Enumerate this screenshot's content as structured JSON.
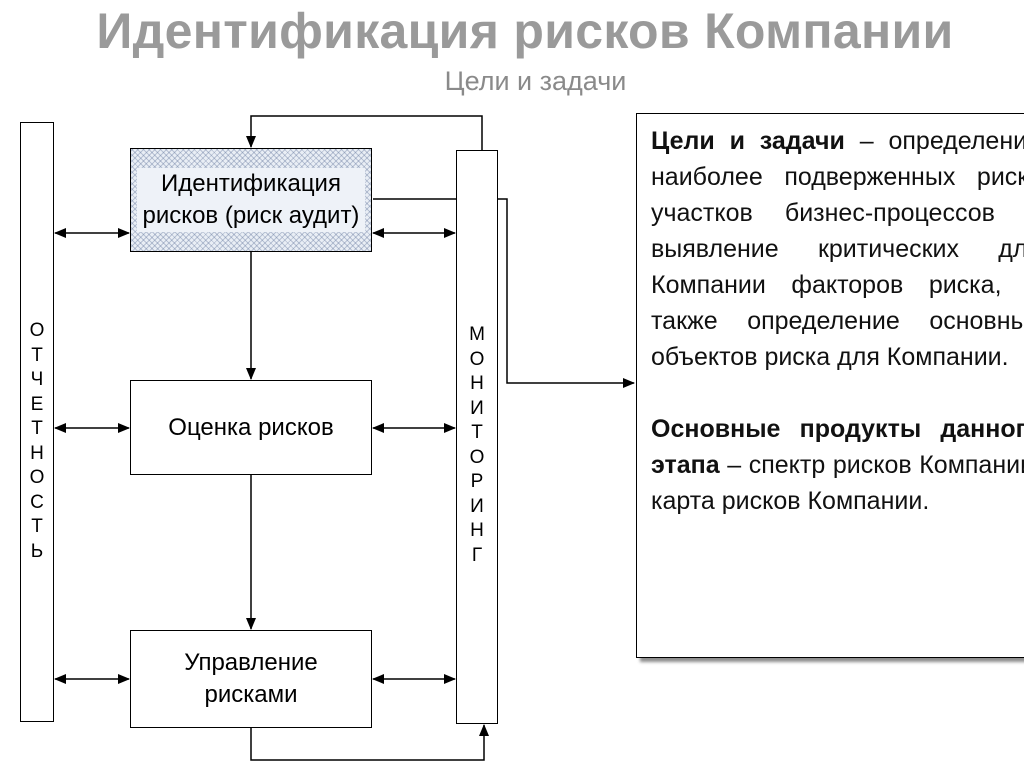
{
  "header": {
    "title": "Идентификация рисков Компании",
    "subtitle": "Цели и задачи"
  },
  "diagram": {
    "left_bar": {
      "label": "О\nТ\nЧ\nЕ\nТ\nН\nО\nС\nТ\nЬ"
    },
    "right_bar": {
      "label": "М\nО\nН\nИ\nТ\nО\nР\nИ\nН\nГ"
    },
    "steps": [
      {
        "label": "Идентификация рисков (риск аудит)"
      },
      {
        "label": "Оценка рисков"
      },
      {
        "label": "Управление рисками"
      }
    ]
  },
  "description": {
    "goals_title": "Цели и задачи",
    "goals_text": " – определение наиболее подверженных риску участков бизнес-процессов и выявление критических для Компании факторов риска, а также определение основных объектов риска для Компании.",
    "products_title": "Основные продукты данного этапа",
    "products_text": " – спектр рисков Компании, карта рисков Компании."
  }
}
